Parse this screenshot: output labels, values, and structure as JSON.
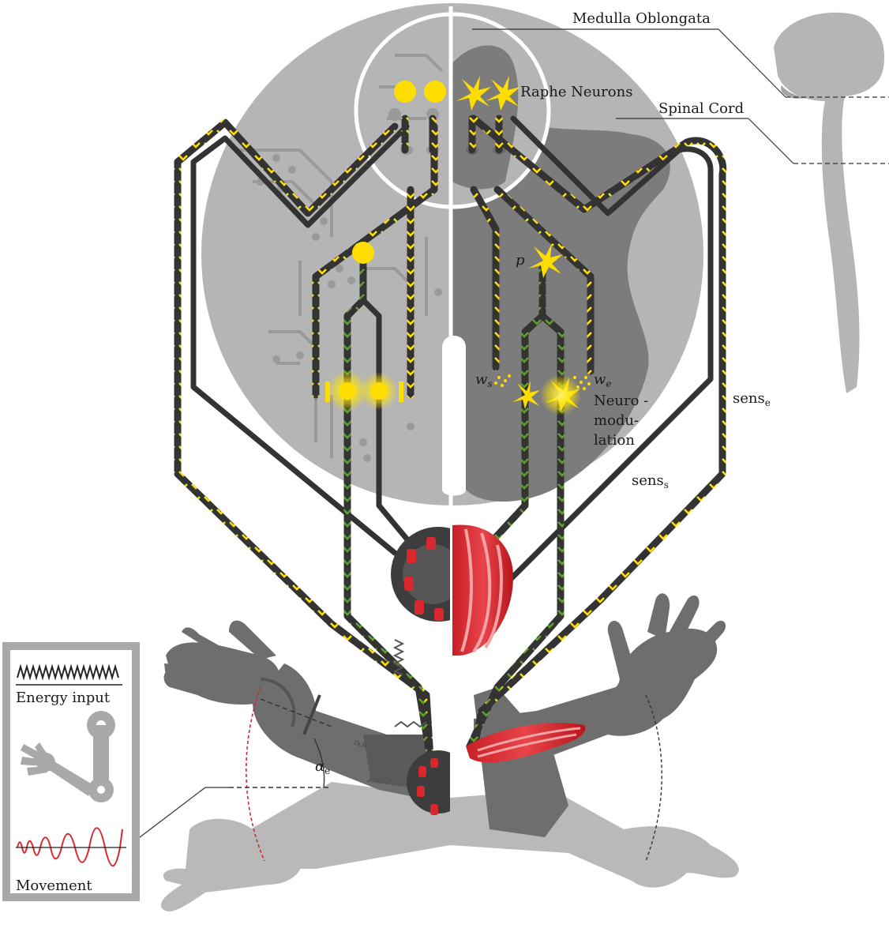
{
  "labels": {
    "medulla": "Medulla Oblongata",
    "raphe": "Raphe Neurons",
    "spinal_cord": "Spinal Cord",
    "p": "p",
    "ws": "w",
    "ws_sub": "s",
    "we": "w",
    "we_sub": "e",
    "neuromodulation_1": "Neuro -",
    "neuromodulation_2": "modu-",
    "neuromodulation_3": "lation",
    "sens_e": "sens",
    "sens_e_sub": "e",
    "sens_s": "sens",
    "sens_s_sub": "s",
    "alpha": "α",
    "alpha_sub": "e",
    "dlr": "DLR"
  },
  "legend": {
    "energy_input": "Energy input",
    "movement": "Movement"
  },
  "colors": {
    "brain_light": "#b5b5b5",
    "brain_dark": "#7c7c7c",
    "arm_dark": "#6e6e6e",
    "arm_light": "#b9b9b9",
    "neuron_yellow": "#ffdd00",
    "green_signal": "#5ea02c",
    "muscle_red": "#d8282e",
    "wire_dark": "#333333",
    "legend_frame": "#a9a9a9"
  }
}
